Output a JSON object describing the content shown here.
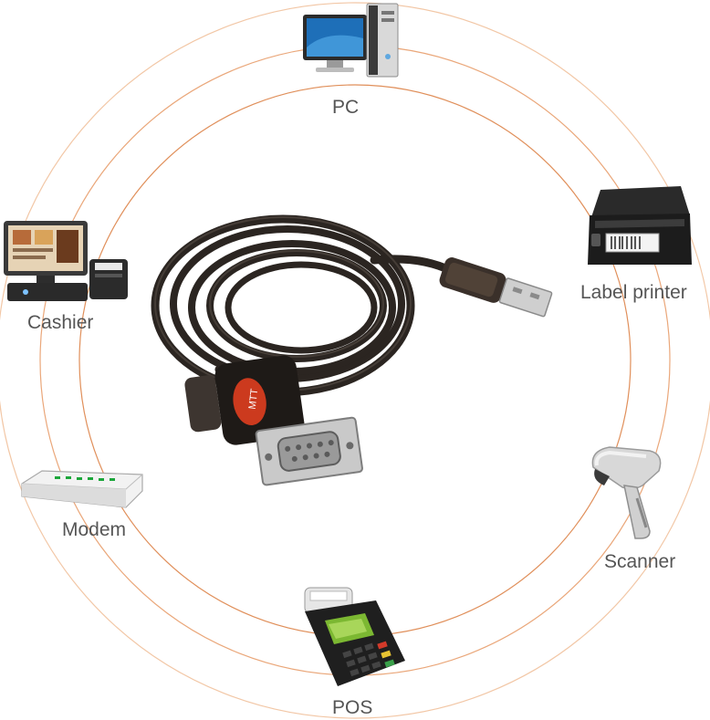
{
  "devices": {
    "pc": {
      "label": "PC",
      "icon": "desktop-computer-icon"
    },
    "label_printer": {
      "label": "Label printer",
      "icon": "label-printer-icon"
    },
    "cashier": {
      "label": "Cashier",
      "icon": "cash-register-icon"
    },
    "modem": {
      "label": "Modem",
      "icon": "router-modem-icon"
    },
    "scanner": {
      "label": "Scanner",
      "icon": "barcode-scanner-icon"
    },
    "pos": {
      "label": "POS",
      "icon": "pos-terminal-icon"
    }
  },
  "center": {
    "item": "usb-to-serial-db9-cable",
    "icon": "usb-serial-cable-icon"
  },
  "colors": {
    "ring": "#e8a070",
    "label_text": "#555555",
    "cable": "#2a2420",
    "connector_accent": "#cc3a1e"
  }
}
